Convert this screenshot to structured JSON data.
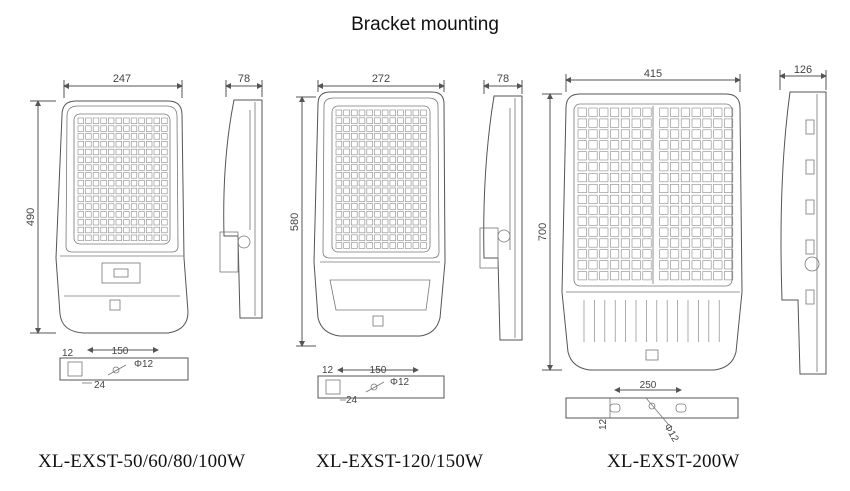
{
  "title": "Bracket mounting",
  "fixtures": [
    {
      "model": "XL-EXST-50/60/80/100W",
      "front_width": "247",
      "height": "490",
      "side_depth": "78",
      "bracket_hole_spacing": "150",
      "bracket_hole_diameter": "Φ12",
      "bracket_offset": "12",
      "bracket_thickness": "24"
    },
    {
      "model": "XL-EXST-120/150W",
      "front_width": "272",
      "height": "580",
      "side_depth": "78",
      "bracket_hole_spacing": "150",
      "bracket_hole_diameter": "Φ12",
      "bracket_offset": "12",
      "bracket_thickness": "24"
    },
    {
      "model": "XL-EXST-200W",
      "front_width": "415",
      "height": "700",
      "side_depth": "126",
      "bracket_hole_spacing": "250",
      "bracket_hole_diameter": "Φ12",
      "bracket_offset": "12"
    }
  ]
}
